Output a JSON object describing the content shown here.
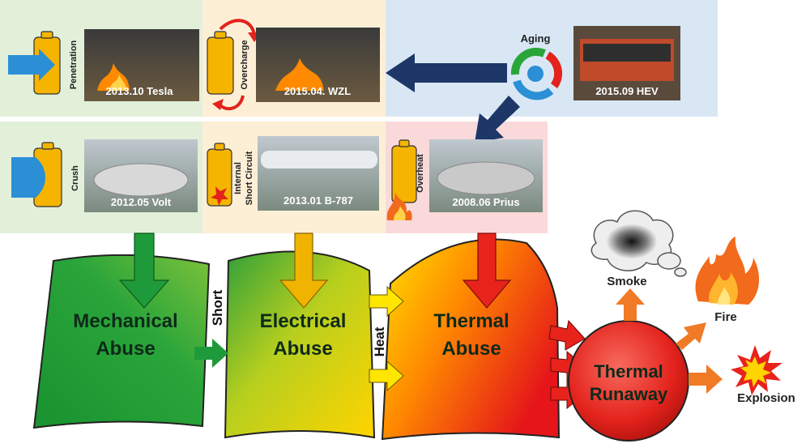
{
  "cases": [
    {
      "id": "penetration",
      "trigger": "Penetration",
      "caption": "2013.10 Tesla"
    },
    {
      "id": "overcharge",
      "trigger": "Overcharge",
      "caption": "2015.04. WZL"
    },
    {
      "id": "aging",
      "trigger": "Aging",
      "caption": "2015.09 HEV"
    },
    {
      "id": "crush",
      "trigger": "Crush",
      "caption": "2012.05 Volt"
    },
    {
      "id": "internal-short",
      "trigger_lines": [
        "Internal",
        "Short Circuit"
      ],
      "caption": "2013.01 B-787"
    },
    {
      "id": "overheat",
      "trigger": "Overheat",
      "caption": "2008.06 Prius"
    }
  ],
  "abuse": {
    "mechanical": [
      "Mechanical",
      "Abuse"
    ],
    "electrical": [
      "Electrical",
      "Abuse"
    ],
    "thermal": [
      "Thermal",
      "Abuse"
    ]
  },
  "links": {
    "short": "Short",
    "heat": "Heat"
  },
  "runaway": [
    "Thermal",
    "Runaway"
  ],
  "outcomes": {
    "smoke": "Smoke",
    "fire": "Fire",
    "explosion": "Explosion"
  },
  "colors": {
    "green_panel": "#e2f0da",
    "orange_panel": "#fdefd6",
    "blue_panel": "#d9e7f5",
    "pink_panel": "#f9d9da",
    "battery": "#f5b400",
    "mech": "#1f9a3a",
    "elec": "#f0b400",
    "therm": "#e8231c",
    "navy_arrow": "#1c3768",
    "outcome_arrow": "#f07a26"
  }
}
